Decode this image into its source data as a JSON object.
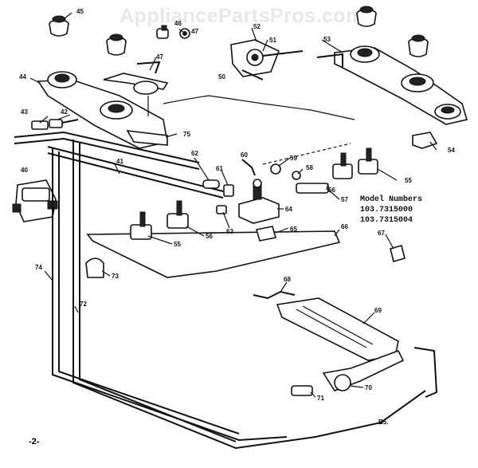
{
  "watermark": "AppliancePartsPros.com",
  "model_heading": "Model Numbers",
  "models": [
    "103.7315000",
    "103.7315004"
  ],
  "page_number": "-2-",
  "diagram_code": "B5.",
  "callouts": [
    {
      "id": "45",
      "text": "45"
    },
    {
      "id": "46",
      "text": "46"
    },
    {
      "id": "47a",
      "text": "47"
    },
    {
      "id": "52",
      "text": "52"
    },
    {
      "id": "51",
      "text": "51"
    },
    {
      "id": "53",
      "text": "53"
    },
    {
      "id": "44",
      "text": "44"
    },
    {
      "id": "47b",
      "text": "47"
    },
    {
      "id": "50",
      "text": "50"
    },
    {
      "id": "43",
      "text": "43"
    },
    {
      "id": "42",
      "text": "42"
    },
    {
      "id": "75",
      "text": "75"
    },
    {
      "id": "54",
      "text": "54"
    },
    {
      "id": "40",
      "text": "40"
    },
    {
      "id": "41",
      "text": "41"
    },
    {
      "id": "62",
      "text": "62"
    },
    {
      "id": "60",
      "text": "60"
    },
    {
      "id": "59",
      "text": "59"
    },
    {
      "id": "58",
      "text": "58"
    },
    {
      "id": "61",
      "text": "61"
    },
    {
      "id": "56a",
      "text": "56"
    },
    {
      "id": "55a",
      "text": "55"
    },
    {
      "id": "57",
      "text": "57"
    },
    {
      "id": "64",
      "text": "64"
    },
    {
      "id": "63",
      "text": "63"
    },
    {
      "id": "56b",
      "text": "56"
    },
    {
      "id": "65",
      "text": "65"
    },
    {
      "id": "55b",
      "text": "55"
    },
    {
      "id": "66",
      "text": "66"
    },
    {
      "id": "67",
      "text": "67"
    },
    {
      "id": "74",
      "text": "74"
    },
    {
      "id": "73",
      "text": "73"
    },
    {
      "id": "68",
      "text": "68"
    },
    {
      "id": "72",
      "text": "72"
    },
    {
      "id": "69",
      "text": "69"
    },
    {
      "id": "70",
      "text": "70"
    },
    {
      "id": "71",
      "text": "71"
    }
  ]
}
